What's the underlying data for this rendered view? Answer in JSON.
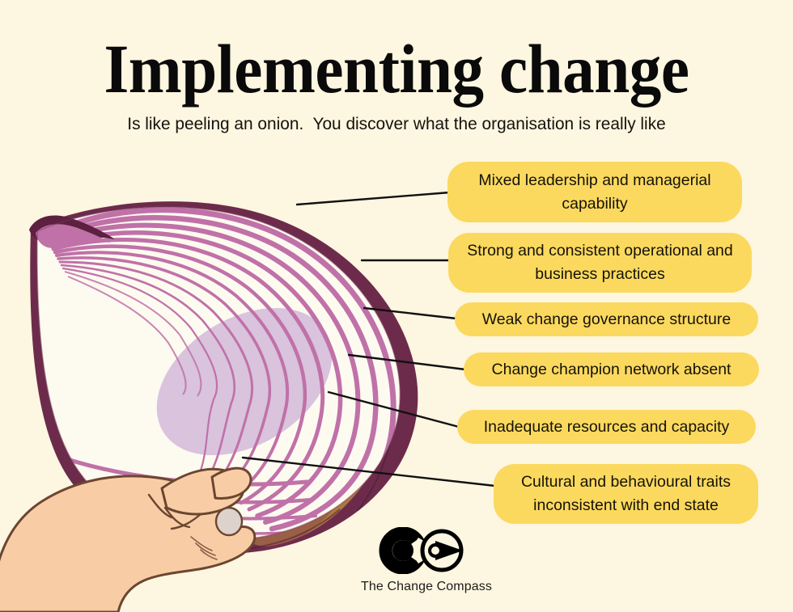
{
  "header": {
    "title": "Implementing change",
    "subtitle": "Is like peeling an onion.  You discover what the organisation is really like"
  },
  "colors": {
    "background": "#fdf6e0",
    "callout_yellow": "#fbd95e",
    "onion_ring": "#c071a8",
    "onion_skin_dark": "#6d2b4c",
    "onion_skin_mid": "#7f3257",
    "onion_flesh": "#fdfaf0",
    "onion_core": "#d9c3dd",
    "onion_papery_brown": "#a9793f",
    "skin_tone": "#f6c9a0",
    "skin_outline": "#6b4630",
    "nail": "#ded2cc",
    "text_dark": "#161209",
    "leader_line": "#111111"
  },
  "callouts": [
    {
      "id": "callout-1",
      "text": "Mixed leadership and managerial capability"
    },
    {
      "id": "callout-2",
      "text": "Strong and consistent operational and business practices"
    },
    {
      "id": "callout-3",
      "text": "Weak change governance structure"
    },
    {
      "id": "callout-4",
      "text": "Change champion network absent"
    },
    {
      "id": "callout-5",
      "text": "Inadequate resources and capacity"
    },
    {
      "id": "callout-6",
      "text": "Cultural and behavioural traits inconsistent with end state"
    }
  ],
  "illustration": {
    "subject": "halved red onion held in a hand",
    "icon_names": [
      "onion-illustration",
      "hand-illustration",
      "leader-line"
    ]
  },
  "logo": {
    "caption": "The Change Compass",
    "mark": "compass-logo-icon"
  }
}
